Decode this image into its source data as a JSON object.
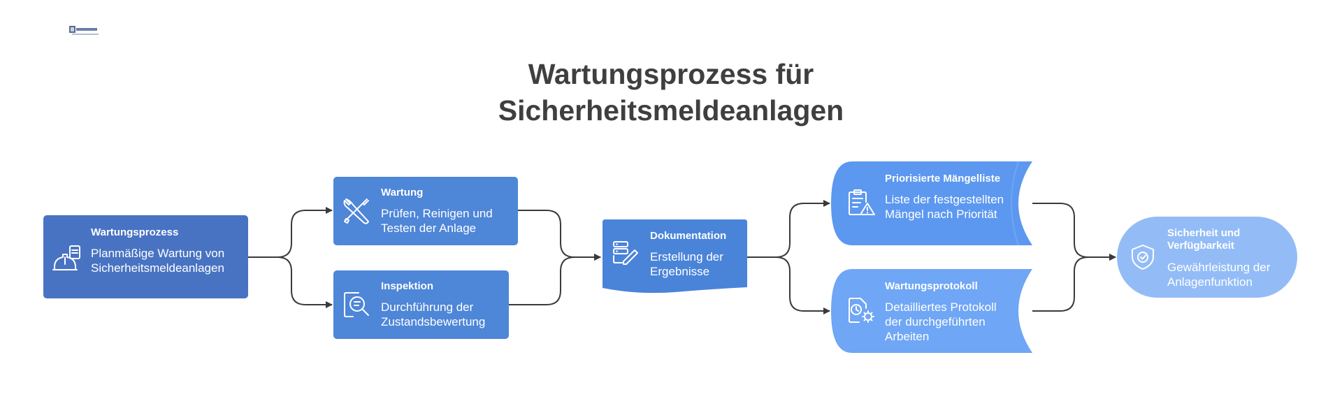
{
  "colors": {
    "start": "#4873c2",
    "mid": "#4e86d8",
    "dark_mid": "#4a84d9",
    "light": "#5c98f0",
    "lighter": "#6fa6f5",
    "pale": "#93bcf7",
    "line": "#3a3a3a",
    "title": "#3f3f3f"
  },
  "title": {
    "line1": "Wartungsprozess für",
    "line2": "Sicherheitsmeldeanlagen"
  },
  "nodes": {
    "wartungsprozess": {
      "heading": "Wartungsprozess",
      "description": "Planmäßige Wartung von Sicherheitsmeldeanlagen",
      "icon": "worker-helmet-clipboard-icon"
    },
    "wartung": {
      "heading": "Wartung",
      "description": "Prüfen, Reinigen und Testen der Anlage",
      "icon": "tools-icon"
    },
    "inspektion": {
      "heading": "Inspektion",
      "description": "Durchführung der Zustandsbewertung",
      "icon": "magnifier-document-icon"
    },
    "dokumentation": {
      "heading": "Dokumentation",
      "description": "Erstellung der Ergebnisse",
      "icon": "database-pencil-icon"
    },
    "maengelliste": {
      "heading": "Priorisierte Mängelliste",
      "description": "Liste der festgestellten Mängel nach Priorität",
      "icon": "clipboard-warning-icon"
    },
    "protokoll": {
      "heading": "Wartungsprotokoll",
      "description": "Detailliertes Protokoll der durchgeführten Arbeiten",
      "icon": "document-clock-gear-icon"
    },
    "sicherheit": {
      "heading": "Sicherheit und Verfügbarkeit",
      "description": "Gewährleistung der Anlagenfunktion",
      "icon": "shield-check-icon"
    }
  }
}
